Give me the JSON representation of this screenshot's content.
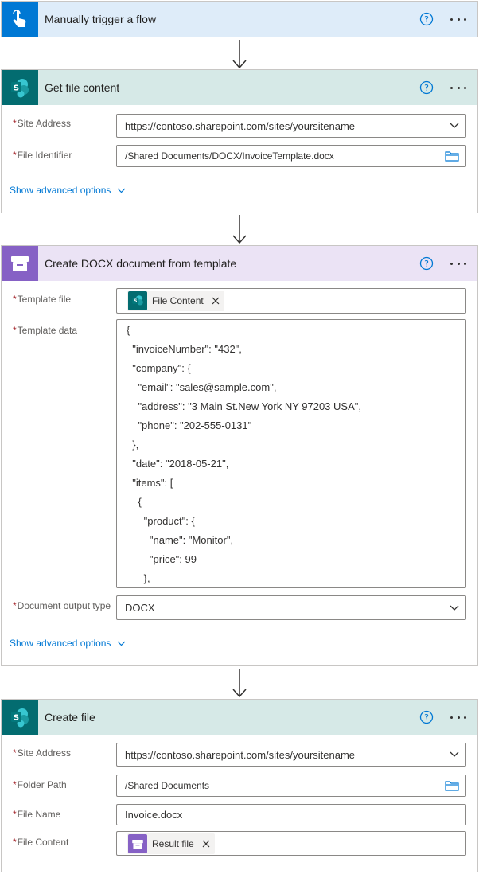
{
  "trigger": {
    "title": "Manually trigger a flow"
  },
  "get_file": {
    "title": "Get file content",
    "fields": {
      "site_label": "Site Address",
      "site_value": "https://contoso.sharepoint.com/sites/yoursitename",
      "file_id_label": "File Identifier",
      "file_id_value": "/Shared Documents/DOCX/InvoiceTemplate.docx"
    },
    "advanced": "Show advanced options"
  },
  "create_docx": {
    "title": "Create DOCX document from template",
    "template_file_label": "Template file",
    "template_file_token": "File Content",
    "template_data_label": "Template data",
    "template_data_lines": [
      "{",
      "  \"invoiceNumber\": \"432\",",
      "  \"company\": {",
      "    \"email\": \"sales@sample.com\",",
      "    \"address\": \"3 Main St.New York NY 97203 USA\",",
      "    \"phone\": \"202-555-0131\"",
      "  },",
      "  \"date\": \"2018-05-21\",",
      "  \"items\": [",
      "    {",
      "      \"product\": {",
      "        \"name\": \"Monitor\",",
      "        \"price\": 99",
      "      },"
    ],
    "output_type_label": "Document output type",
    "output_type_value": "DOCX",
    "advanced": "Show advanced options"
  },
  "create_file": {
    "title": "Create file",
    "site_label": "Site Address",
    "site_value": "https://contoso.sharepoint.com/sites/yoursitename",
    "folder_label": "Folder Path",
    "folder_value": "/Shared Documents",
    "name_label": "File Name",
    "name_value": "Invoice.docx",
    "content_label": "File Content",
    "content_token": "Result file"
  },
  "colors": {
    "trigger_header": "#deecf9",
    "trigger_icon": "#0078d4",
    "sharepoint_header": "#d6e9e7",
    "sharepoint_icon": "#036c70",
    "docx_header": "#ebe3f5",
    "docx_icon": "#8661c5",
    "link": "#0078d4",
    "required": "#a4262c"
  },
  "icons": [
    "touch-hand-icon",
    "sharepoint-icon",
    "archive-box-icon",
    "help-icon",
    "more-icon",
    "chevron-down-icon",
    "folder-icon",
    "close-icon",
    "arrow-down-icon"
  ]
}
